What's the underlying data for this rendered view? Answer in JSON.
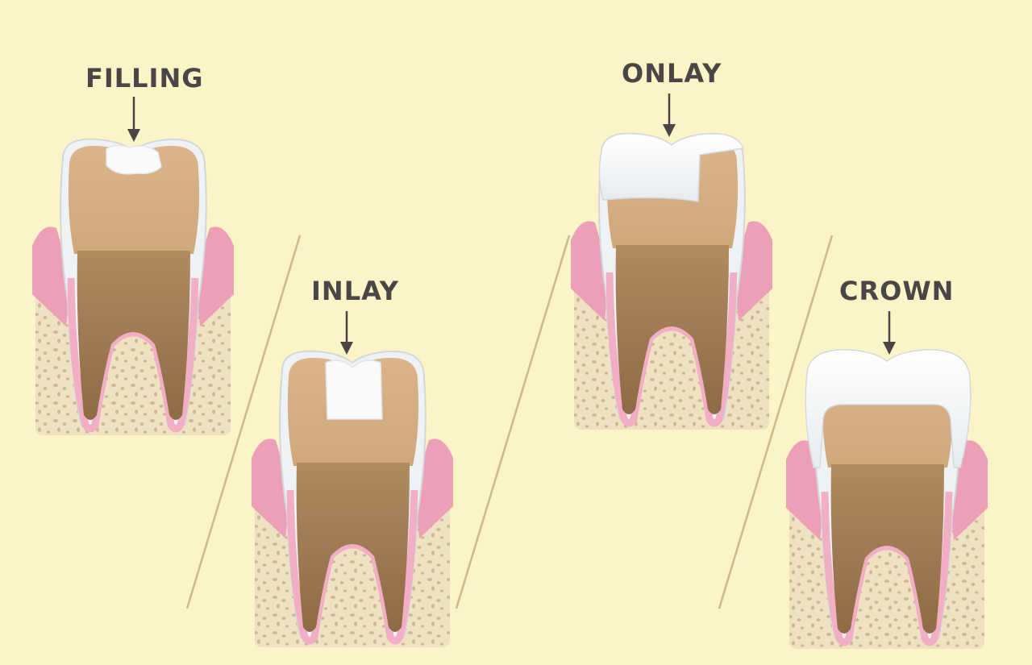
{
  "labels": {
    "filling": "FILLING",
    "inlay": "INLAY",
    "onlay": "ONLAY",
    "crown": "CROWN"
  },
  "colors": {
    "background": "#fbf4c6",
    "label_text": "#4a4546",
    "enamel": "#eef2f5",
    "tooth_crown": "#d9b188",
    "dentin": "#b48d63",
    "gum": "#ee9fb8",
    "bone": "#efe2c2",
    "restoration": "#fafafa",
    "divider": "#cfb889"
  }
}
